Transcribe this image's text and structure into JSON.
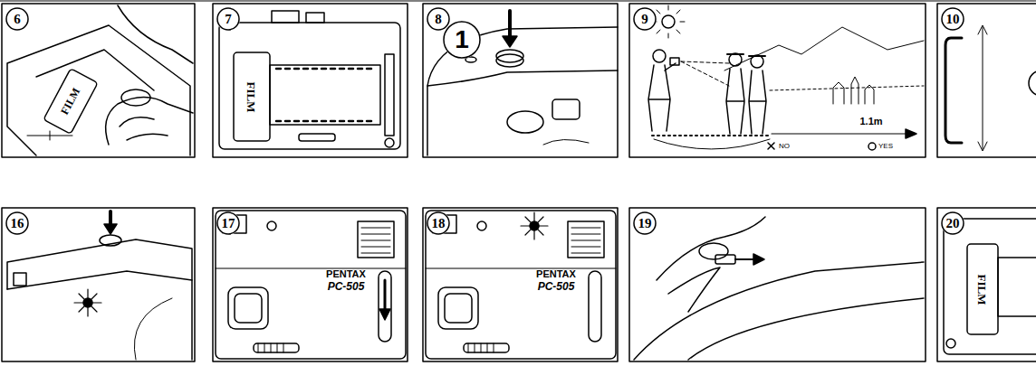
{
  "diagram": {
    "nodes": [
      {
        "text": [
          "6"
        ]
      },
      {
        "text": [
          "7"
        ]
      },
      {
        "text": [
          "8"
        ]
      },
      {
        "text": [
          "1"
        ]
      },
      {
        "text": [
          "9"
        ]
      },
      {
        "text": [
          "10"
        ]
      },
      {
        "text": [
          "16"
        ]
      },
      {
        "text": [
          "17"
        ]
      },
      {
        "text": [
          "18"
        ]
      },
      {
        "text": [
          "19"
        ]
      },
      {
        "text": [
          "20"
        ]
      }
    ],
    "labels": [
      "FILM",
      "FILM",
      "1.1m",
      "NO",
      "YES",
      "PENTAX",
      "PC-505",
      "PENTAX",
      "PC-505",
      "FILM"
    ]
  }
}
